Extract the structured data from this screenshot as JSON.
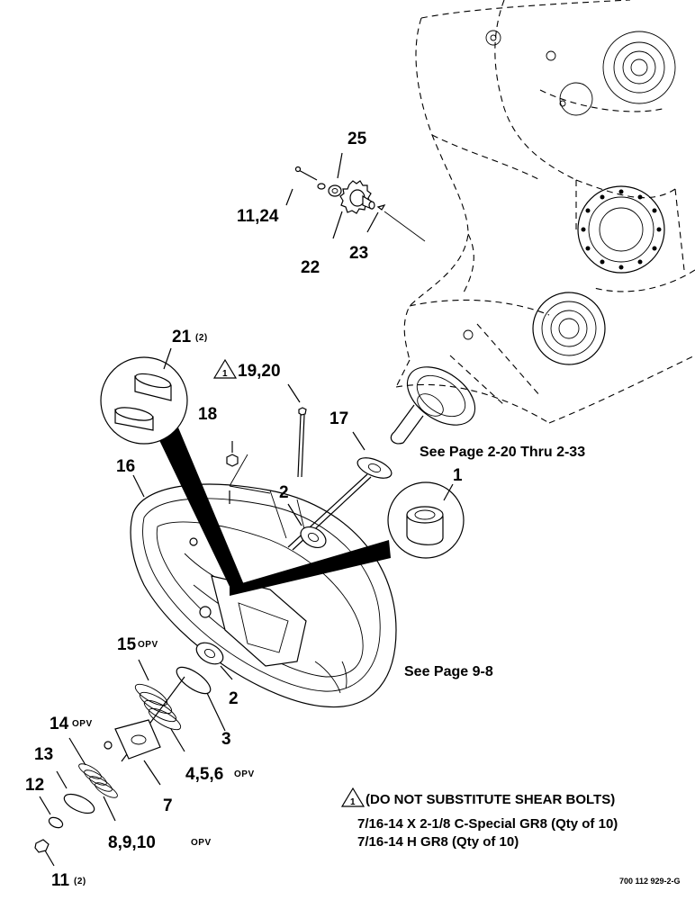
{
  "callouts": {
    "c25": "25",
    "c11_24": "11,24",
    "c22": "22",
    "c23": "23",
    "c21": "21",
    "c21_qty": "(2)",
    "c19_20": "19,20",
    "c18": "18",
    "c17": "17",
    "c16": "16",
    "c2_top": "2",
    "c1": "1",
    "c15": "15",
    "opv": "OPV",
    "c14": "14",
    "c13": "13",
    "c12": "12",
    "c2_bottom": "2",
    "c3": "3",
    "c4_5_6": "4,5,6",
    "c7": "7",
    "c8_9_10": "8,9,10",
    "c11": "11",
    "c11_qty": "(2)"
  },
  "references": {
    "page_2_20": "See Page 2-20 Thru 2-33",
    "page_9_8": "See Page 9-8"
  },
  "warning": {
    "symbol": "1",
    "title": "(DO NOT SUBSTITUTE SHEAR BOLTS)",
    "line1": "7/16-14 X 2-1/8 C-Special GR8 (Qty of 10)",
    "line2": "7/16-14 H GR8 (Qty of 10)"
  },
  "drawing_code": "700 112 929-2-G"
}
